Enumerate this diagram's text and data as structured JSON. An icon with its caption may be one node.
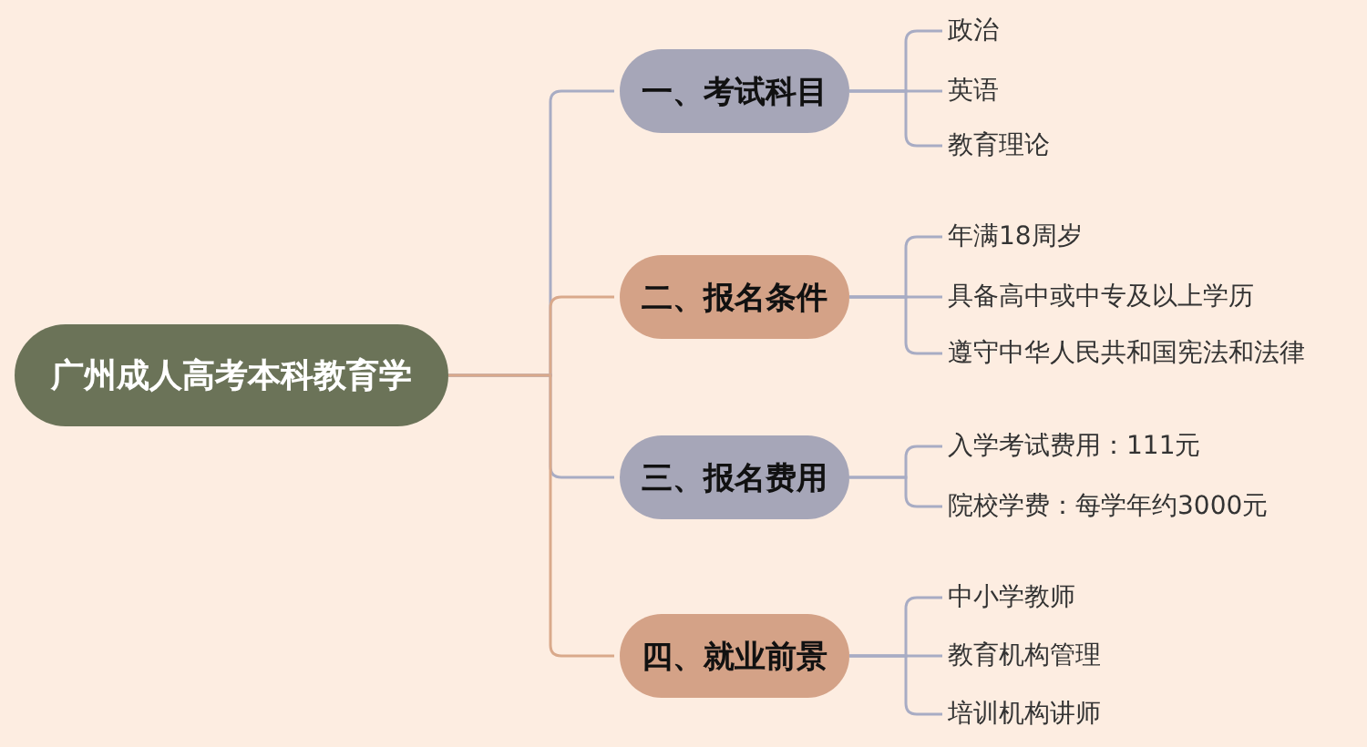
{
  "diagram": {
    "nodes": [
      {
        "text": [
          "广州成人高考本科教育学"
        ]
      },
      {
        "text": [
          "一、考试科目"
        ]
      },
      {
        "text": [
          "二、报名条件"
        ]
      },
      {
        "text": [
          "三、报名费用"
        ]
      },
      {
        "text": [
          "四、就业前景"
        ]
      },
      {
        "text": [
          "政治"
        ]
      },
      {
        "text": [
          "英语"
        ]
      },
      {
        "text": [
          "教育理论"
        ]
      },
      {
        "text": [
          "年满18周岁"
        ]
      },
      {
        "text": [
          "具备高中或中专及以上学历"
        ]
      },
      {
        "text": [
          "遵守中华人民共和国宪法和法律"
        ]
      },
      {
        "text": [
          "入学考试费用：111元"
        ]
      },
      {
        "text": [
          "院校学费：每学年约3000元"
        ]
      },
      {
        "text": [
          "中小学教师"
        ]
      },
      {
        "text": [
          "教育机构管理"
        ]
      },
      {
        "text": [
          "培训机构讲师"
        ]
      }
    ],
    "edges": [
      {
        "from": 0,
        "to": 1,
        "arrow": "none"
      },
      {
        "from": 0,
        "to": 2,
        "arrow": "none",
        "color": "#d9a98b"
      },
      {
        "from": 0,
        "to": 3,
        "arrow": "none"
      },
      {
        "from": 0,
        "to": 4,
        "arrow": "none",
        "color": "#d9a98b"
      },
      {
        "from": 1,
        "to": 5,
        "arrow": "none"
      },
      {
        "from": 1,
        "to": 6,
        "arrow": "none"
      },
      {
        "from": 1,
        "to": 7,
        "arrow": "none"
      },
      {
        "from": 2,
        "to": 8,
        "arrow": "none"
      },
      {
        "from": 2,
        "to": 9,
        "arrow": "none"
      },
      {
        "from": 2,
        "to": 10,
        "arrow": "none"
      },
      {
        "from": 3,
        "to": 11,
        "arrow": "none"
      },
      {
        "from": 3,
        "to": 12,
        "arrow": "none"
      },
      {
        "from": 4,
        "to": 13,
        "arrow": "none"
      },
      {
        "from": 4,
        "to": 14,
        "arrow": "none"
      },
      {
        "from": 4,
        "to": 15,
        "arrow": "none"
      }
    ]
  }
}
